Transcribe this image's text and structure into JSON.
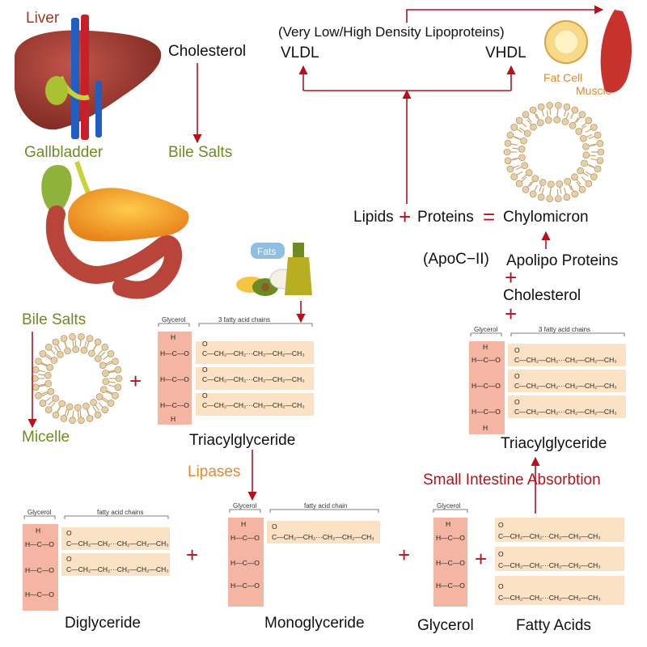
{
  "labels": {
    "liver": "Liver",
    "cholesterol_top": "Cholesterol",
    "gallbladder": "Gallbladder",
    "bile_salts_top": "Bile Salts",
    "bile_salts_left": "Bile Salts",
    "micelle": "Micelle",
    "fats": "Fats",
    "lipoprotein_full": "(Very Low/High Density Lipoproteins)",
    "vldl": "VLDL",
    "vhdl": "VHDL",
    "fat_cell": "Fat Cell",
    "muscle": "Muscle",
    "lipids": "Lipids",
    "proteins": "Proteins",
    "chylomicron": "Chylomicron",
    "apoc": "(ApoC−II)",
    "apolipo": "Apolipo Proteins",
    "cholesterol_right": "Cholesterol",
    "triacyl_left": "Triacylglyceride",
    "triacyl_right": "Triacylglyceride",
    "lipases": "Lipases",
    "small_intestine": "Small Intestine Absorbtion",
    "diglyceride": "Diglyceride",
    "monoglyceride": "Monoglyceride",
    "glycerol": "Glycerol",
    "fatty_acids": "Fatty Acids"
  },
  "operators": {
    "plus": "+",
    "equals": "="
  },
  "structures": {
    "glycerol_header": "Glycerol",
    "chains3_header": "3 fatty acid chains",
    "chains_header": "fatty acid chains",
    "chain1_header": "fatty acid chain",
    "glycerol_h": "H",
    "glycerol_row": "H—C—O",
    "glycerol_row_oh": "H—C—O",
    "ester_chain": "C—CH₂—CH₂···CH₂—CH₂—CH₃",
    "carbonyl_o": "O",
    "free_acid_chain": "C—CH₂—CH₂···CH₂—CH₂—CH₃"
  },
  "colors": {
    "arrow": "#b5121b",
    "glycerol_fill": "#f4b6a3",
    "chain_fill": "#fbe2c4",
    "olive": "#6e8a23",
    "orange": "#e8872a",
    "liver": "#9c3a26"
  }
}
